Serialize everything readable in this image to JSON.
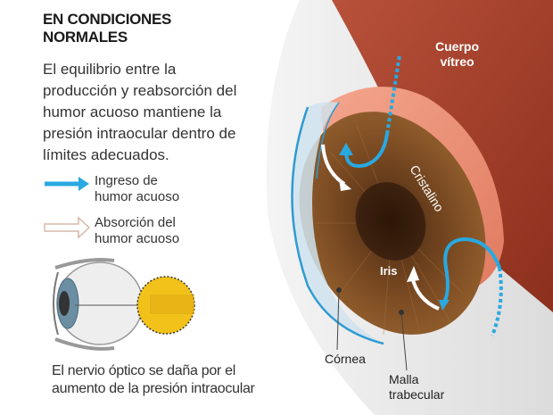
{
  "heading": {
    "line1": "EN CONDICIONES",
    "line2": "NORMALES"
  },
  "intro": {
    "line1": "El equilibrio entre la",
    "line2": "producción y reabsorción del",
    "line3": "humor acuoso mantiene la",
    "line4": "presión intraocular dentro de",
    "line5": "límites adecuados."
  },
  "legend": [
    {
      "line1": "Ingreso de",
      "line2": "humor acuoso",
      "color": "#29a9e1",
      "icon": "solid-blue-arrow-icon"
    },
    {
      "line1": "Absorción del",
      "line2": "humor acuoso",
      "color": "#d9b9a8",
      "icon": "outline-arrow-icon"
    }
  ],
  "caption": {
    "line1": "El nervio óptico se daña por el",
    "line2": "aumento de la presión intraocular"
  },
  "labels": {
    "vitreous_line1": "Cuerpo",
    "vitreous_line2": "vítreo",
    "lens": "Cristalino",
    "iris": "Iris",
    "cornea": "Córnea",
    "mesh_line1": "Malla",
    "mesh_line2": "trabecular"
  },
  "colors": {
    "vitreous": "#a33c26",
    "lens": "#e8856a",
    "iris": "#7a4a22",
    "cornea": "#d8e6ee",
    "aqueous_blue": "#29a9e1",
    "optic_yellow": "#f2c21a"
  }
}
